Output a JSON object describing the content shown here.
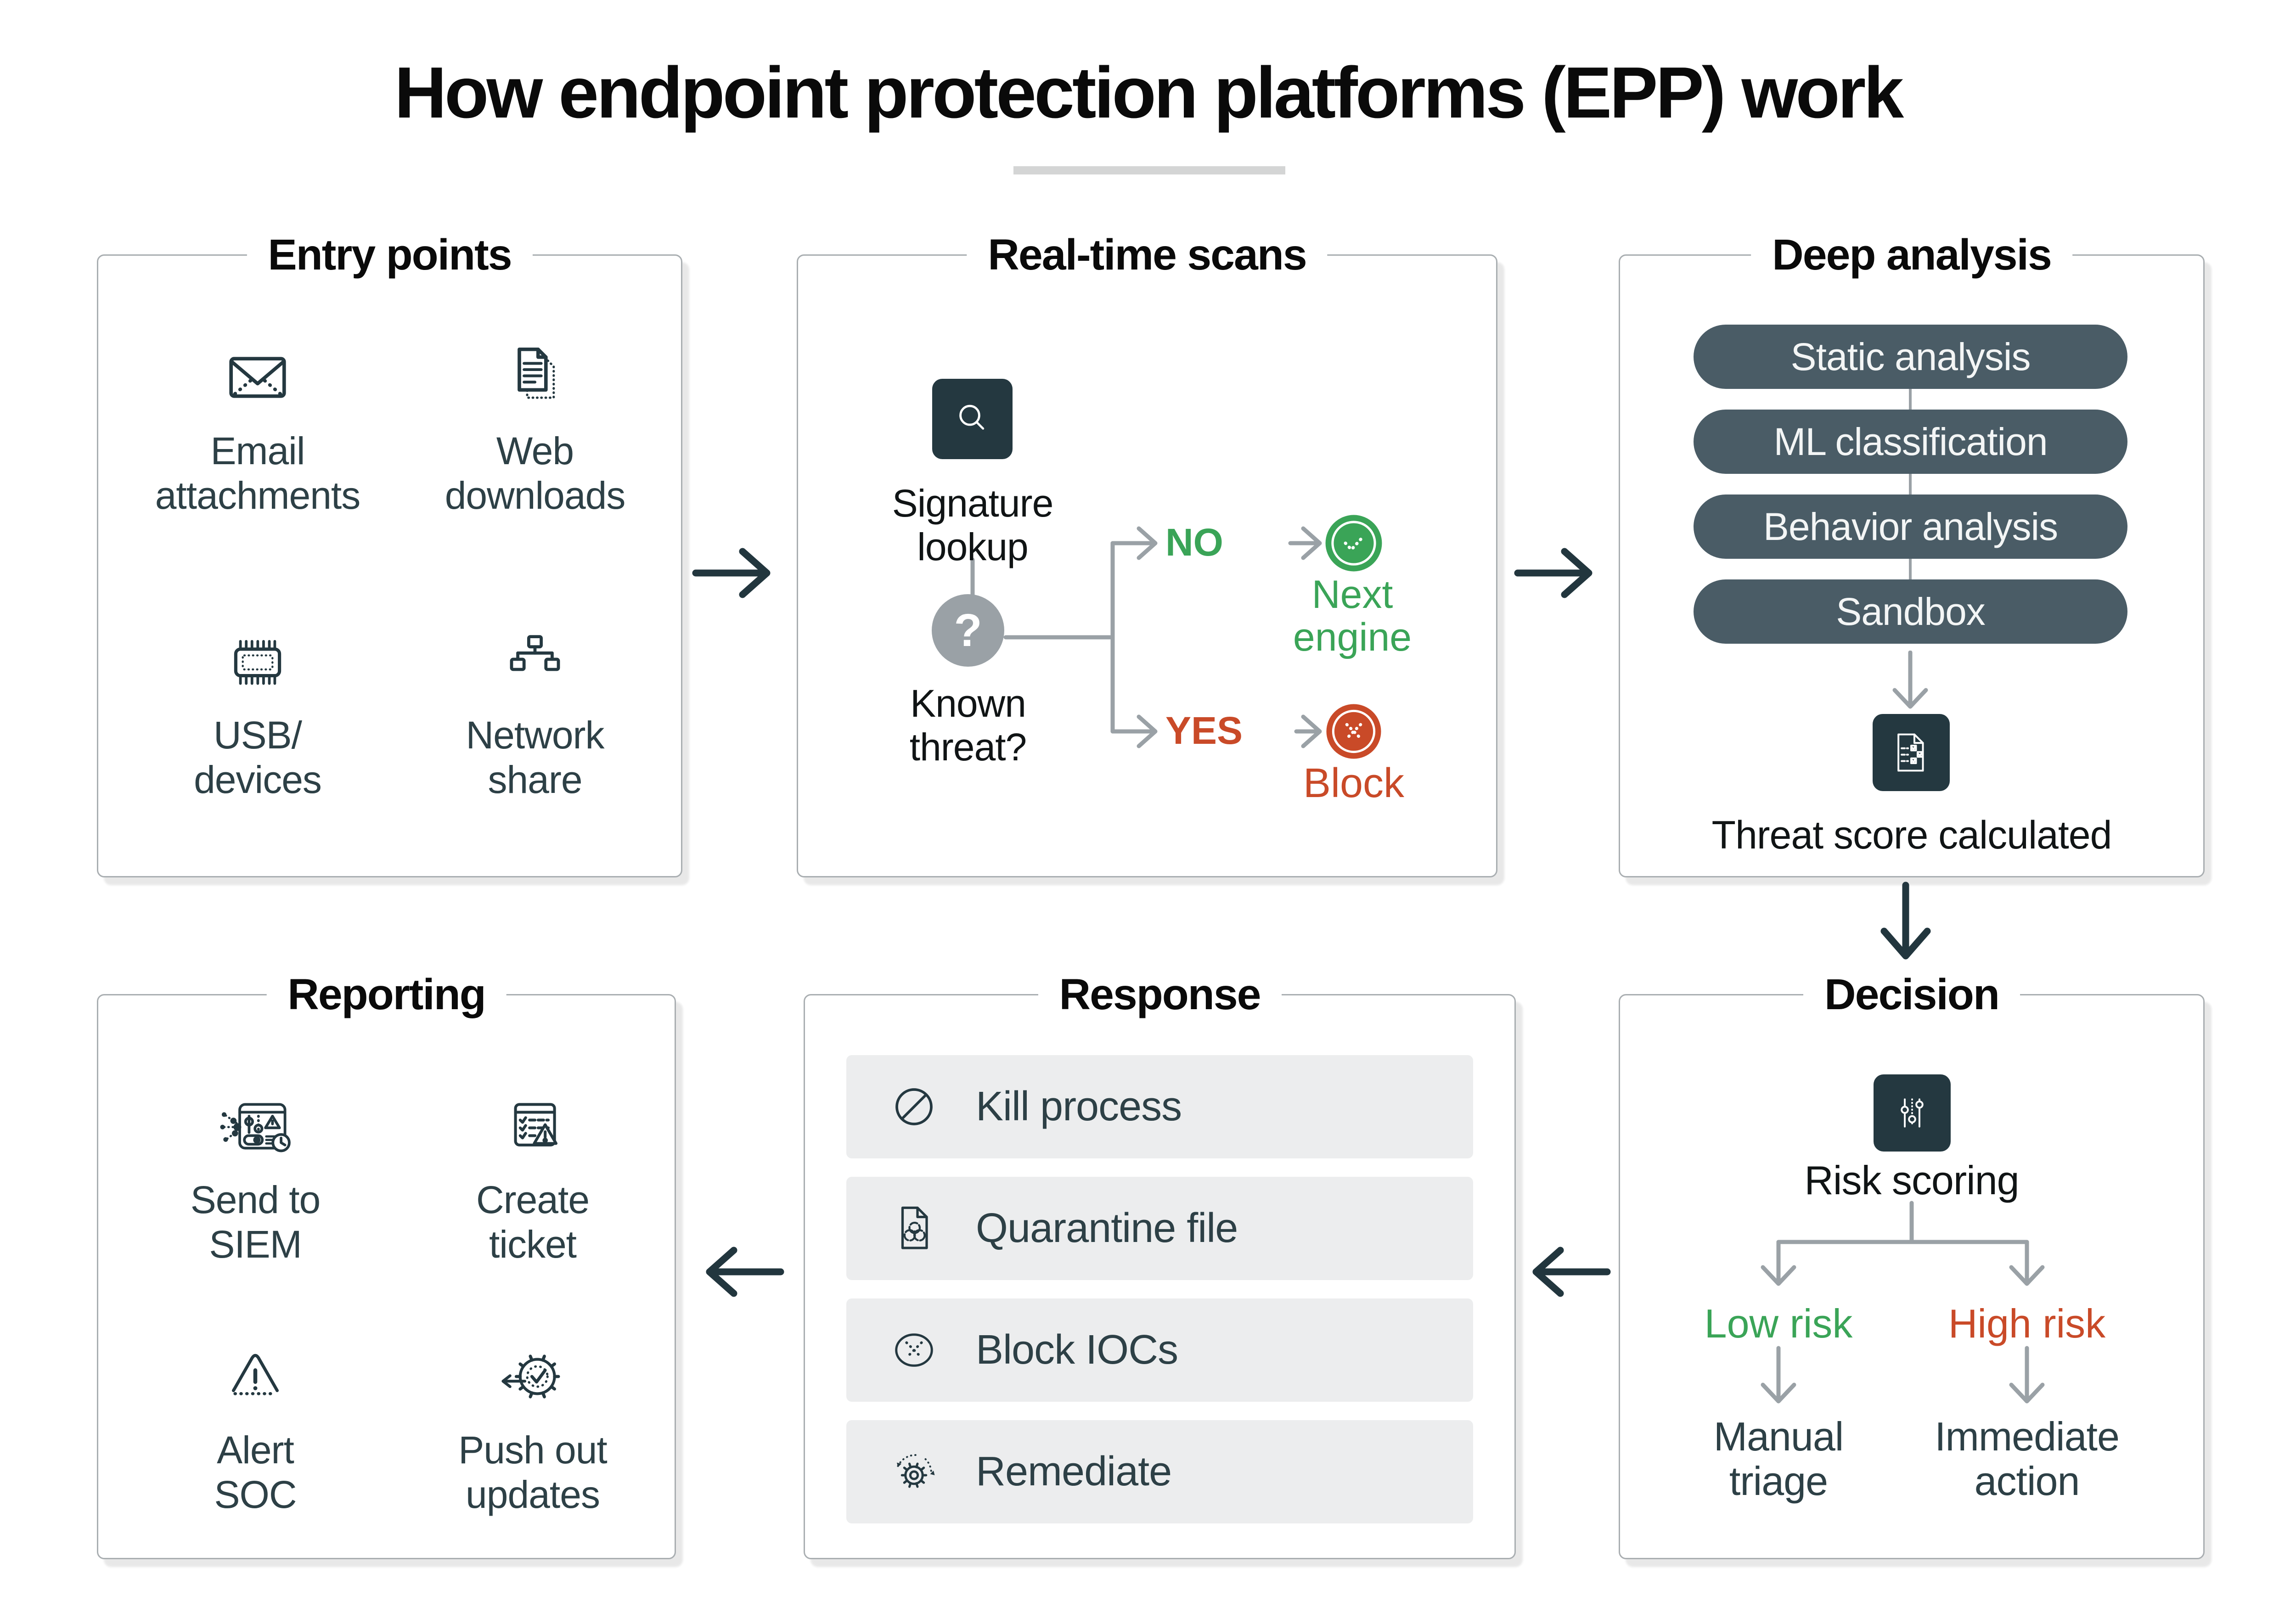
{
  "title": "How endpoint protection platforms (EPP) work",
  "colors": {
    "green": "#3aa457",
    "red": "#c94a28",
    "slate_text": "#2d4046",
    "dark_icon": "#243840",
    "pill": "#4a5c66",
    "gray_line": "#9aa1a6",
    "row_bg": "#ecedee",
    "panel_border": "#a9aeb1"
  },
  "panels": {
    "entry_points": {
      "title": "Entry points",
      "items": [
        {
          "icon": "email-icon",
          "label": "Email\nattachments"
        },
        {
          "icon": "web-download-icon",
          "label": "Web\ndownloads"
        },
        {
          "icon": "usb-devices-icon",
          "label": "USB/\ndevices"
        },
        {
          "icon": "network-share-icon",
          "label": "Network\nshare"
        }
      ]
    },
    "realtime_scans": {
      "title": "Real-time scans",
      "signature_icon": "magnifier-icon",
      "signature_label": "Signature\nlookup",
      "decision_glyph": "?",
      "decision_label": "Known\nthreat?",
      "branch_no": "NO",
      "branch_yes": "YES",
      "no_result_icon": "check-circle-icon",
      "no_result_label": "Next\nengine",
      "yes_result_icon": "block-circle-icon",
      "yes_result_label": "Block"
    },
    "deep_analysis": {
      "title": "Deep analysis",
      "pills": [
        "Static analysis",
        "ML classification",
        "Behavior analysis",
        "Sandbox"
      ],
      "result_icon": "checklist-doc-icon",
      "result_label": "Threat score calculated"
    },
    "decision": {
      "title": "Decision",
      "icon": "sliders-icon",
      "icon_label": "Risk scoring",
      "low_label": "Low risk",
      "high_label": "High risk",
      "low_action": "Manual\ntriage",
      "high_action": "Immediate\naction"
    },
    "response": {
      "title": "Response",
      "items": [
        {
          "icon": "kill-process-icon",
          "label": "Kill process"
        },
        {
          "icon": "quarantine-file-icon",
          "label": "Quarantine file"
        },
        {
          "icon": "block-iocs-icon",
          "label": "Block IOCs"
        },
        {
          "icon": "remediate-icon",
          "label": "Remediate"
        }
      ]
    },
    "reporting": {
      "title": "Reporting",
      "items": [
        {
          "icon": "send-siem-icon",
          "label": "Send to\nSIEM"
        },
        {
          "icon": "create-ticket-icon",
          "label": "Create\nticket"
        },
        {
          "icon": "alert-soc-icon",
          "label": "Alert\nSOC"
        },
        {
          "icon": "push-updates-icon",
          "label": "Push out\nupdates"
        }
      ]
    }
  }
}
